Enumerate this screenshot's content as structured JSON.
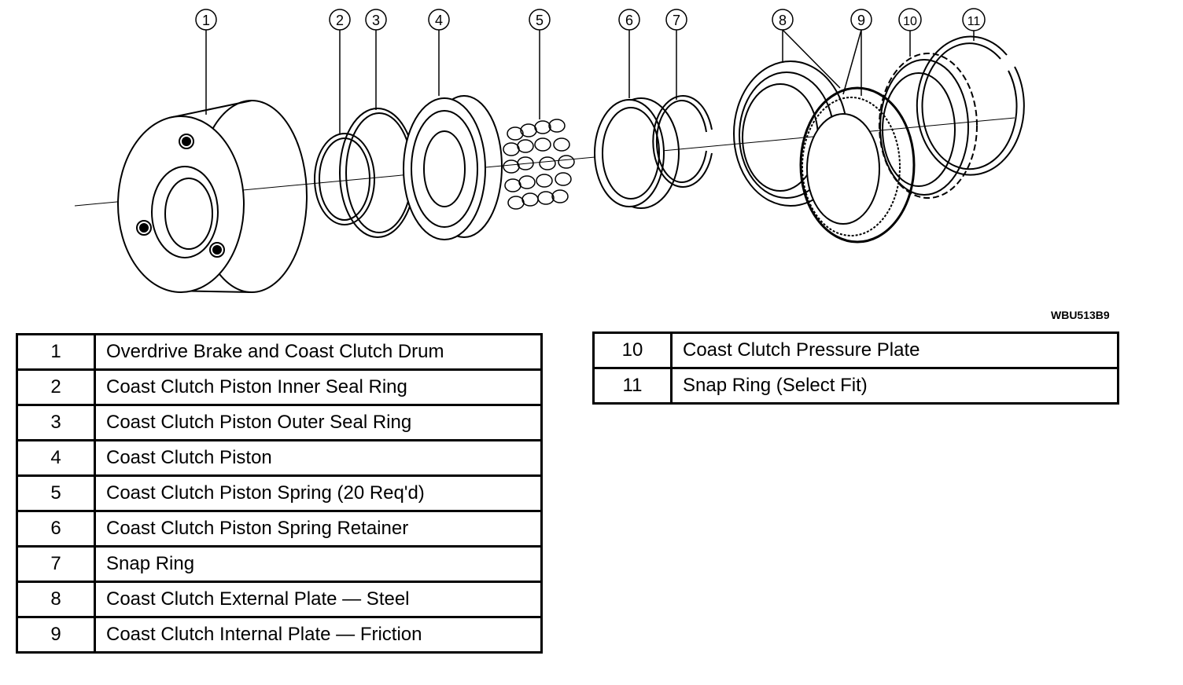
{
  "diagram": {
    "callouts": [
      "1",
      "2",
      "3",
      "4",
      "5",
      "6",
      "7",
      "8",
      "9",
      "10",
      "11"
    ],
    "figure_code": "WBU513B9"
  },
  "legend": {
    "left": [
      {
        "num": "1",
        "desc": "Overdrive Brake and Coast Clutch Drum"
      },
      {
        "num": "2",
        "desc": "Coast Clutch Piston Inner Seal Ring"
      },
      {
        "num": "3",
        "desc": "Coast Clutch Piston Outer Seal Ring"
      },
      {
        "num": "4",
        "desc": "Coast Clutch Piston"
      },
      {
        "num": "5",
        "desc": "Coast Clutch Piston Spring (20 Req'd)"
      },
      {
        "num": "6",
        "desc": "Coast Clutch Piston Spring Retainer"
      },
      {
        "num": "7",
        "desc": "Snap Ring"
      },
      {
        "num": "8",
        "desc": "Coast Clutch External Plate — Steel"
      },
      {
        "num": "9",
        "desc": "Coast Clutch Internal Plate — Friction"
      }
    ],
    "right": [
      {
        "num": "10",
        "desc": "Coast Clutch Pressure Plate"
      },
      {
        "num": "11",
        "desc": "Snap Ring (Select Fit)"
      }
    ]
  }
}
